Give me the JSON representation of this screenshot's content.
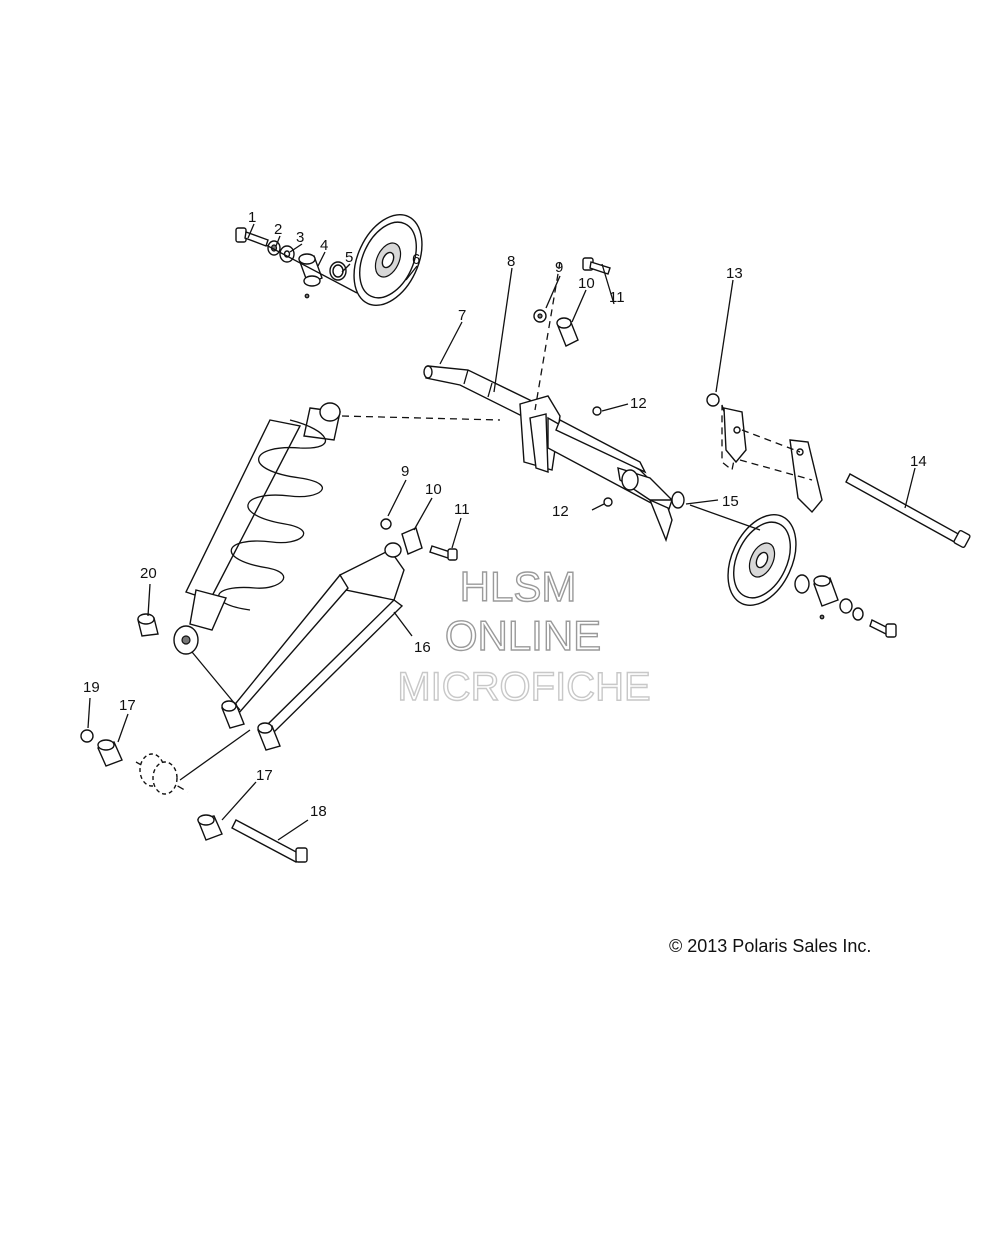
{
  "callouts": [
    "1",
    "2",
    "3",
    "4",
    "5",
    "6",
    "7",
    "8",
    "9",
    "10",
    "11",
    "12",
    "13",
    "14",
    "15",
    "9",
    "10",
    "11",
    "12",
    "16",
    "17",
    "17",
    "18",
    "19",
    "20"
  ],
  "watermark": {
    "line1": "HLSM",
    "line2": "ONLINE",
    "line3": "MICROFICHE"
  },
  "copyright": "© 2013 Polaris Sales Inc.",
  "colors": {
    "lines": "#111111",
    "watermark_outline": "#9a9a9a",
    "background": "#ffffff"
  },
  "icons": [
    "bolt",
    "washer",
    "bushing",
    "spacer",
    "wheel",
    "shaft",
    "nut",
    "shock",
    "spring",
    "arm",
    "bracket"
  ]
}
